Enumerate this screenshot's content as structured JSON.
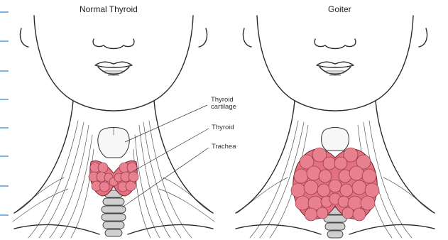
{
  "panels": {
    "left": {
      "title": "Normal Thyroid"
    },
    "right": {
      "title": "Goiter"
    }
  },
  "labels": {
    "thyroid_cartilage": [
      "Thyroid",
      "cartilage"
    ],
    "thyroid": "Thyroid",
    "trachea": "Trachea"
  },
  "colors": {
    "thyroid_tissue": "#e9808f",
    "outline": "#2a2a2a",
    "margin_rule": "#2f7fcf",
    "background": "#ffffff"
  }
}
